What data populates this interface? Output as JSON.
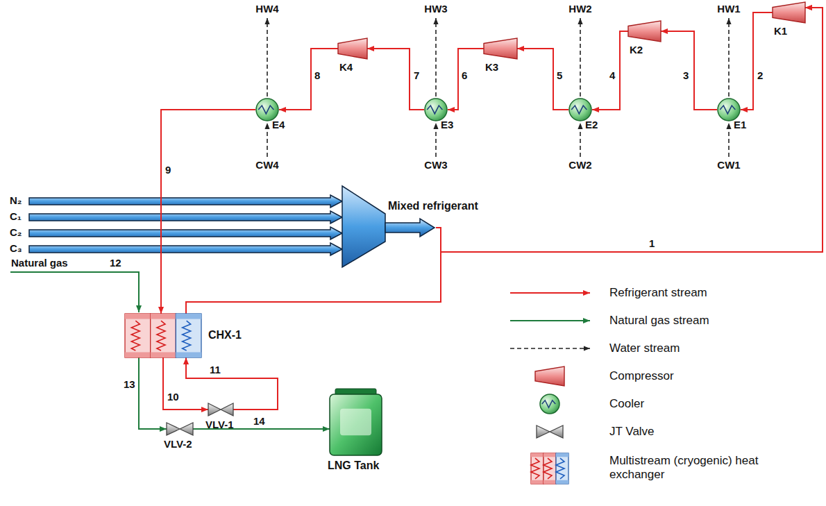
{
  "diagram": {
    "nodes": [
      {
        "text": [
          "K4"
        ]
      },
      {
        "text": [
          "K3"
        ]
      },
      {
        "text": [
          "K2"
        ]
      },
      {
        "text": [
          "K1"
        ]
      },
      {
        "text": [
          "E4"
        ]
      },
      {
        "text": [
          "E3"
        ]
      },
      {
        "text": [
          "E2"
        ]
      },
      {
        "text": [
          "E1"
        ]
      },
      {
        "text": [
          "Mixed refrigerant"
        ]
      },
      {
        "text": [
          "CHX-1"
        ]
      },
      {
        "text": [
          "VLV-1"
        ]
      },
      {
        "text": [
          "VLV-2"
        ]
      },
      {
        "text": [
          "LNG Tank"
        ]
      }
    ],
    "edges": [
      {
        "from": 9,
        "to": 3,
        "arrow": "to",
        "label": "1"
      },
      {
        "from": 8,
        "to": 3,
        "arrow": "to"
      },
      {
        "from": 3,
        "to": 7,
        "arrow": "to",
        "label": "2"
      },
      {
        "from": 7,
        "to": 2,
        "arrow": "to",
        "label": "3"
      },
      {
        "from": 2,
        "to": 6,
        "arrow": "to",
        "label": "4"
      },
      {
        "from": 6,
        "to": 1,
        "arrow": "to",
        "label": "5"
      },
      {
        "from": 1,
        "to": 5,
        "arrow": "to",
        "label": "6"
      },
      {
        "from": 5,
        "to": 0,
        "arrow": "to",
        "label": "7"
      },
      {
        "from": 0,
        "to": 4,
        "arrow": "to",
        "label": "8"
      },
      {
        "from": 4,
        "to": 9,
        "arrow": "to",
        "label": "9"
      },
      {
        "from": 9,
        "to": 10,
        "arrow": "to",
        "label": "10"
      },
      {
        "from": 10,
        "to": 9,
        "arrow": "to",
        "label": "11"
      },
      {
        "from": 9,
        "to": 11,
        "arrow": "to",
        "label": "13"
      },
      {
        "from": 11,
        "to": 12,
        "arrow": "to",
        "label": "14"
      }
    ],
    "labels": [
      "HW4",
      "HW3",
      "HW2",
      "HW1",
      "N₂",
      "C₁",
      "C₂",
      "C₃",
      "Natural gas",
      "12",
      "CW4",
      "CW3",
      "CW2",
      "CW1"
    ],
    "legend": [
      {
        "text": "Refrigerant stream"
      },
      {
        "text": "Natural gas stream"
      },
      {
        "text": "Water stream"
      },
      {
        "text": "Compressor"
      },
      {
        "text": "Cooler"
      },
      {
        "text": "JT Valve"
      },
      {
        "text": "Multistream (cryogenic) heat exchanger"
      }
    ]
  }
}
